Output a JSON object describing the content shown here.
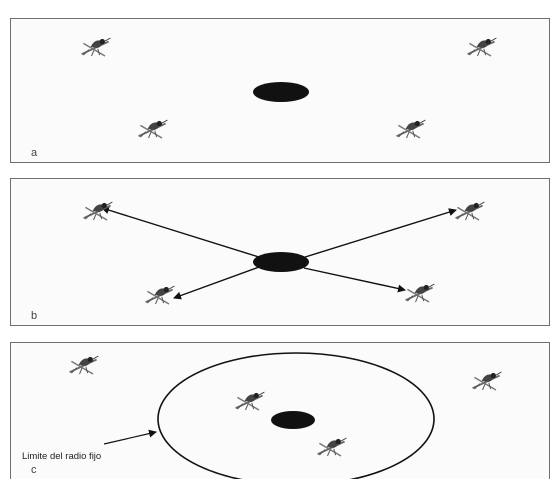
{
  "panels": [
    {
      "label": "a"
    },
    {
      "label": "b"
    },
    {
      "label": "c",
      "annotation": "Limite del radio fijo"
    }
  ],
  "colors": {
    "ink": "#111111",
    "frame": "#6f6f6f",
    "mosquito": "#555555"
  },
  "icons": {
    "host": "black-oval",
    "insect": "mosquito-icon"
  }
}
